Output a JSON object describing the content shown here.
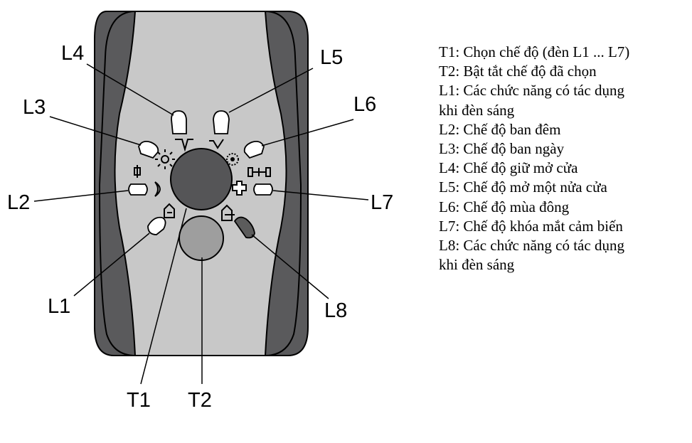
{
  "callouts": {
    "L1": "L1",
    "L2": "L2",
    "L3": "L3",
    "L4": "L4",
    "L5": "L5",
    "L6": "L6",
    "L7": "L7",
    "L8": "L8",
    "T1": "T1",
    "T2": "T2"
  },
  "legend": [
    "T1: Chọn chế độ (đèn L1 ... L7)",
    "T2: Bật tắt chế độ đã chọn",
    "L1: Các chức năng có tác dụng",
    "khi đèn sáng",
    "L2: Chế độ ban đêm",
    "L3: Chế độ ban ngày",
    "L4: Chế độ giữ mở cửa",
    "L5: Chế độ mở một nửa cửa",
    "L6: Chế độ mùa đông",
    "L7: Chế độ khóa mắt cảm biến",
    "L8: Các chức năng có tác dụng",
    "khi đèn sáng"
  ],
  "icons": [
    "sun-icon",
    "moon-icon",
    "snowflake-icon",
    "cross-icon",
    "door-open-icon",
    "door-half-icon",
    "lock-icon",
    "sensor-lock-icon",
    "function-icon"
  ],
  "colors": {
    "housing_dark": "#5a5a5c",
    "panel_light": "#c8c8c8",
    "knob_dark": "#555557",
    "button_gray": "#9e9e9e",
    "led_white": "#ffffff",
    "led_dark": "#5c5c5c"
  }
}
